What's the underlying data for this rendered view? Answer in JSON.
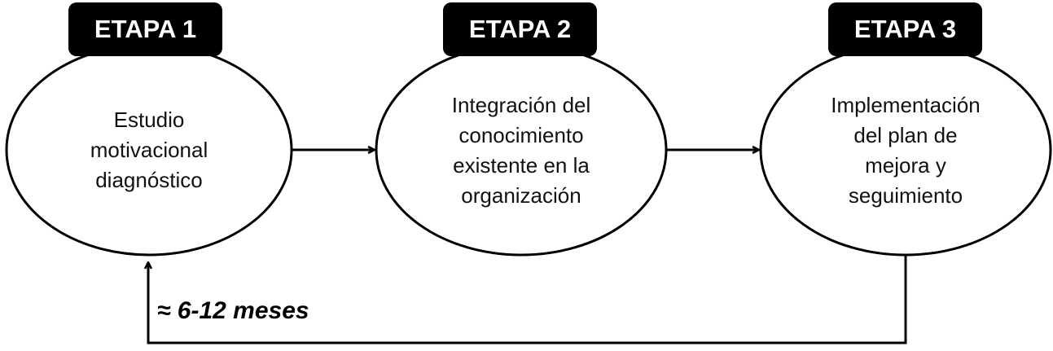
{
  "stages": [
    {
      "tab": "ETAPA 1",
      "lines": [
        "Estudio",
        "motivacional",
        "diagnóstico"
      ]
    },
    {
      "tab": "ETAPA 2",
      "lines": [
        "Integración del",
        "conocimiento",
        "existente en la",
        "organización"
      ]
    },
    {
      "tab": "ETAPA 3",
      "lines": [
        "Implementación",
        "del plan de",
        "mejora y",
        "seguimiento"
      ]
    }
  ],
  "feedback": {
    "label": "≈ 6-12 meses"
  }
}
